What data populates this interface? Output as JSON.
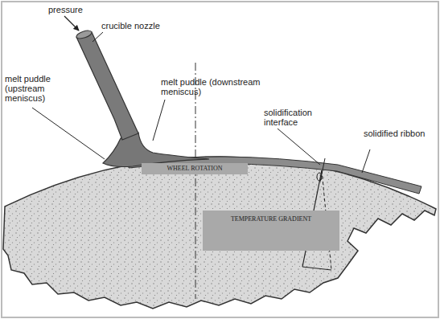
{
  "diagram": {
    "nodes": [
      {
        "text": [
          "WHEEL ROTATION"
        ]
      },
      {
        "text": [
          "TEMPERATURE GRADIENT"
        ]
      }
    ],
    "labels": [
      "pressure",
      "crucible nozzle",
      "melt puddle (downstream meniscus)",
      "melt puddle (upstream meniscus)",
      "solidification interface",
      "solidified ribbon"
    ]
  }
}
